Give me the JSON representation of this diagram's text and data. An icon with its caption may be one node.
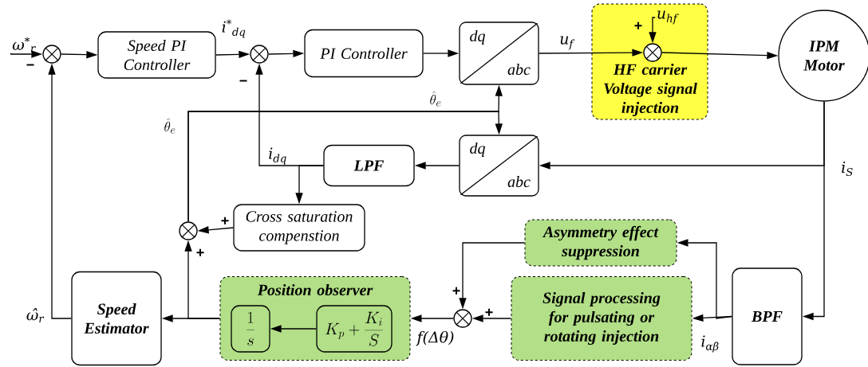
{
  "diagram": {
    "nodes": [
      {
        "text": [],
        "shape": "circle"
      },
      {
        "text": [
          "Speed PI Controller"
        ]
      },
      {
        "text": [],
        "shape": "circle"
      },
      {
        "text": [
          "PI Controller"
        ]
      },
      {
        "text": [
          "dq",
          "abc"
        ]
      },
      {
        "text": [
          "HF carrier Voltage signal injection"
        ]
      },
      {
        "text": [],
        "shape": "circle",
        "in": 5
      },
      {
        "text": [
          "IPM Motor"
        ]
      },
      {
        "text": [
          "dq",
          "abc"
        ]
      },
      {
        "text": [
          "LPF"
        ]
      },
      {
        "text": [
          "Cross saturation compenstion"
        ]
      },
      {
        "text": [],
        "shape": "circle"
      },
      {
        "text": [
          "Speed Estimator"
        ]
      },
      {
        "text": [
          "Position observer"
        ]
      },
      {
        "text": [
          "\\frac{1}{s}"
        ],
        "in": 13
      },
      {
        "text": [
          "K_p+\\frac{K_i}{S}"
        ],
        "in": 13
      },
      {
        "text": [],
        "shape": "circle"
      },
      {
        "text": [
          "Signal processing for pulsating or rotating injection"
        ]
      },
      {
        "text": [
          "Asymmetry effect suppression"
        ]
      },
      {
        "text": [
          "BPF"
        ]
      },
      {
        "text": [
          "ω$^{*}$$_{r}$"
        ]
      },
      {
        "text": [
          "u$_{hf}$"
        ],
        "in": 5
      }
    ],
    "edges": [
      {
        "from": 20,
        "to": 0,
        "arrow": "to"
      },
      {
        "from": 0,
        "to": 1,
        "arrow": "to"
      },
      {
        "from": 1,
        "to": 2,
        "arrow": "to"
      },
      {
        "from": 2,
        "to": 3,
        "arrow": "to"
      },
      {
        "from": 3,
        "to": 4,
        "arrow": "to"
      },
      {
        "from": 4,
        "to": 6,
        "arrow": "to"
      },
      {
        "from": 21,
        "to": 6,
        "arrow": "to"
      },
      {
        "from": 6,
        "to": 7,
        "arrow": "to"
      },
      {
        "from": 7,
        "to": 8,
        "arrow": "to"
      },
      {
        "from": 7,
        "to": 19,
        "arrow": "to"
      },
      {
        "from": 8,
        "to": 9,
        "arrow": "to"
      },
      {
        "from": 9,
        "to": 2,
        "arrow": "to"
      },
      {
        "from": 9,
        "to": 10,
        "arrow": "to"
      },
      {
        "from": 10,
        "to": 11,
        "arrow": "to"
      },
      {
        "from": 11,
        "to": 4,
        "arrow": "to"
      },
      {
        "from": 11,
        "to": 8,
        "arrow": "to"
      },
      {
        "from": 12,
        "to": 0,
        "arrow": "to"
      },
      {
        "from": 13,
        "to": 12,
        "arrow": "to"
      },
      {
        "from": 13,
        "to": 11,
        "arrow": "to"
      },
      {
        "from": 15,
        "to": 14,
        "arrow": "to"
      },
      {
        "from": 16,
        "to": 13,
        "arrow": "to"
      },
      {
        "from": 17,
        "to": 16,
        "arrow": "to"
      },
      {
        "from": 18,
        "to": 16,
        "arrow": "to"
      },
      {
        "from": 19,
        "to": 17,
        "arrow": "to"
      },
      {
        "from": 19,
        "to": 18,
        "arrow": "to"
      }
    ],
    "labels": [
      "−",
      "i$^{*}$$_{dq}$",
      "−",
      "+",
      "u$_{f}$",
      "\\hat{\\theta}_e",
      "\\hat{\\theta}_e",
      "i$_{dq}$",
      "i$_{S}$",
      "+",
      "+",
      "ω̂$_{r}$",
      "+",
      "+",
      "f(Δθ)",
      "i$_{αβ}$"
    ]
  }
}
